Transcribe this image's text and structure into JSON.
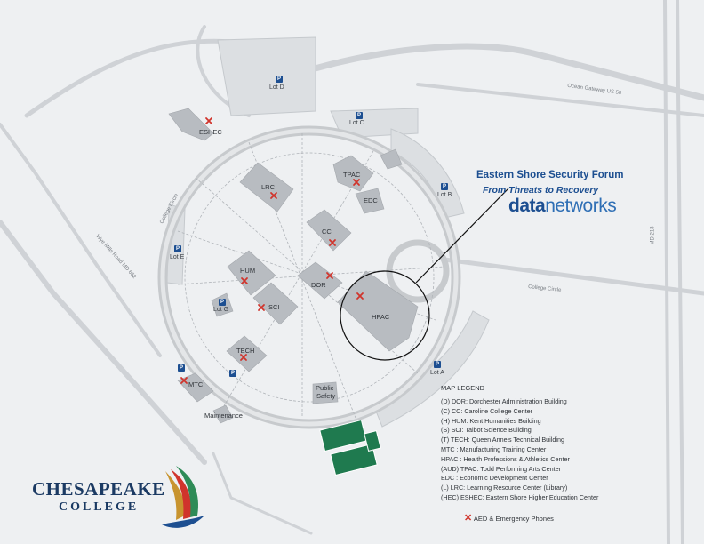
{
  "forum": {
    "title": "Eastern Shore Security Forum",
    "subtitle": "From Threats to Recovery",
    "brand_bold": "data",
    "brand_light": "networks"
  },
  "roads": {
    "ocean_gateway": "Ocean Gateway US 50",
    "wye_mills": "Wye Mills Road MD 662",
    "college_circle_west": "College Circle",
    "college_circle_east": "College Circle",
    "md213": "MD 213"
  },
  "lots": {
    "a": "Lot A",
    "b": "Lot B",
    "c": "Lot C",
    "d": "Lot D",
    "e": "Lot E",
    "g": "Lot G"
  },
  "parking_symbol": "P",
  "buildings": {
    "eshec": "ESHEC",
    "lrc": "LRC",
    "tpac": "TPAC",
    "edc": "EDC",
    "cc": "CC",
    "hum": "HUM",
    "dor": "DOR",
    "sci": "SCI",
    "hpac": "HPAC",
    "tech": "TECH",
    "mtc": "MTC",
    "public_safety_1": "Public",
    "public_safety_2": "Safety",
    "maintenance": "Maintenance"
  },
  "legend": {
    "heading": "MAP LEGEND",
    "items": [
      "(D)  DOR: Dorchester Administration Building",
      "(C)  CC: Caroline College Center",
      "(H)  HUM: Kent Humanities Building",
      "(S)  SCI: Talbot Science Building",
      "(T)  TECH: Queen Anne's Technical Building",
      "MTC  : Manufacturing Training Center",
      "HPAC   : Health Professions & Athletics Center",
      "(AUD)   TPAC: Todd Performing Arts Center",
      "EDC   : Economic Development Center",
      "(L)  LRC: Learning Resource Center (Library)",
      "(HEC)    ESHEC: Eastern Shore Higher Education Center"
    ],
    "aed_label": "AED & Emergency Phones",
    "aed_symbol": "✕"
  },
  "logo": {
    "line1": "CHESAPEAKE",
    "line2": "COLLEGE"
  },
  "colors": {
    "brand_blue": "#1d4f91",
    "aed_red": "#d0342c",
    "building_gray": "#b8bcc1",
    "court_green": "#1f7a4f"
  }
}
